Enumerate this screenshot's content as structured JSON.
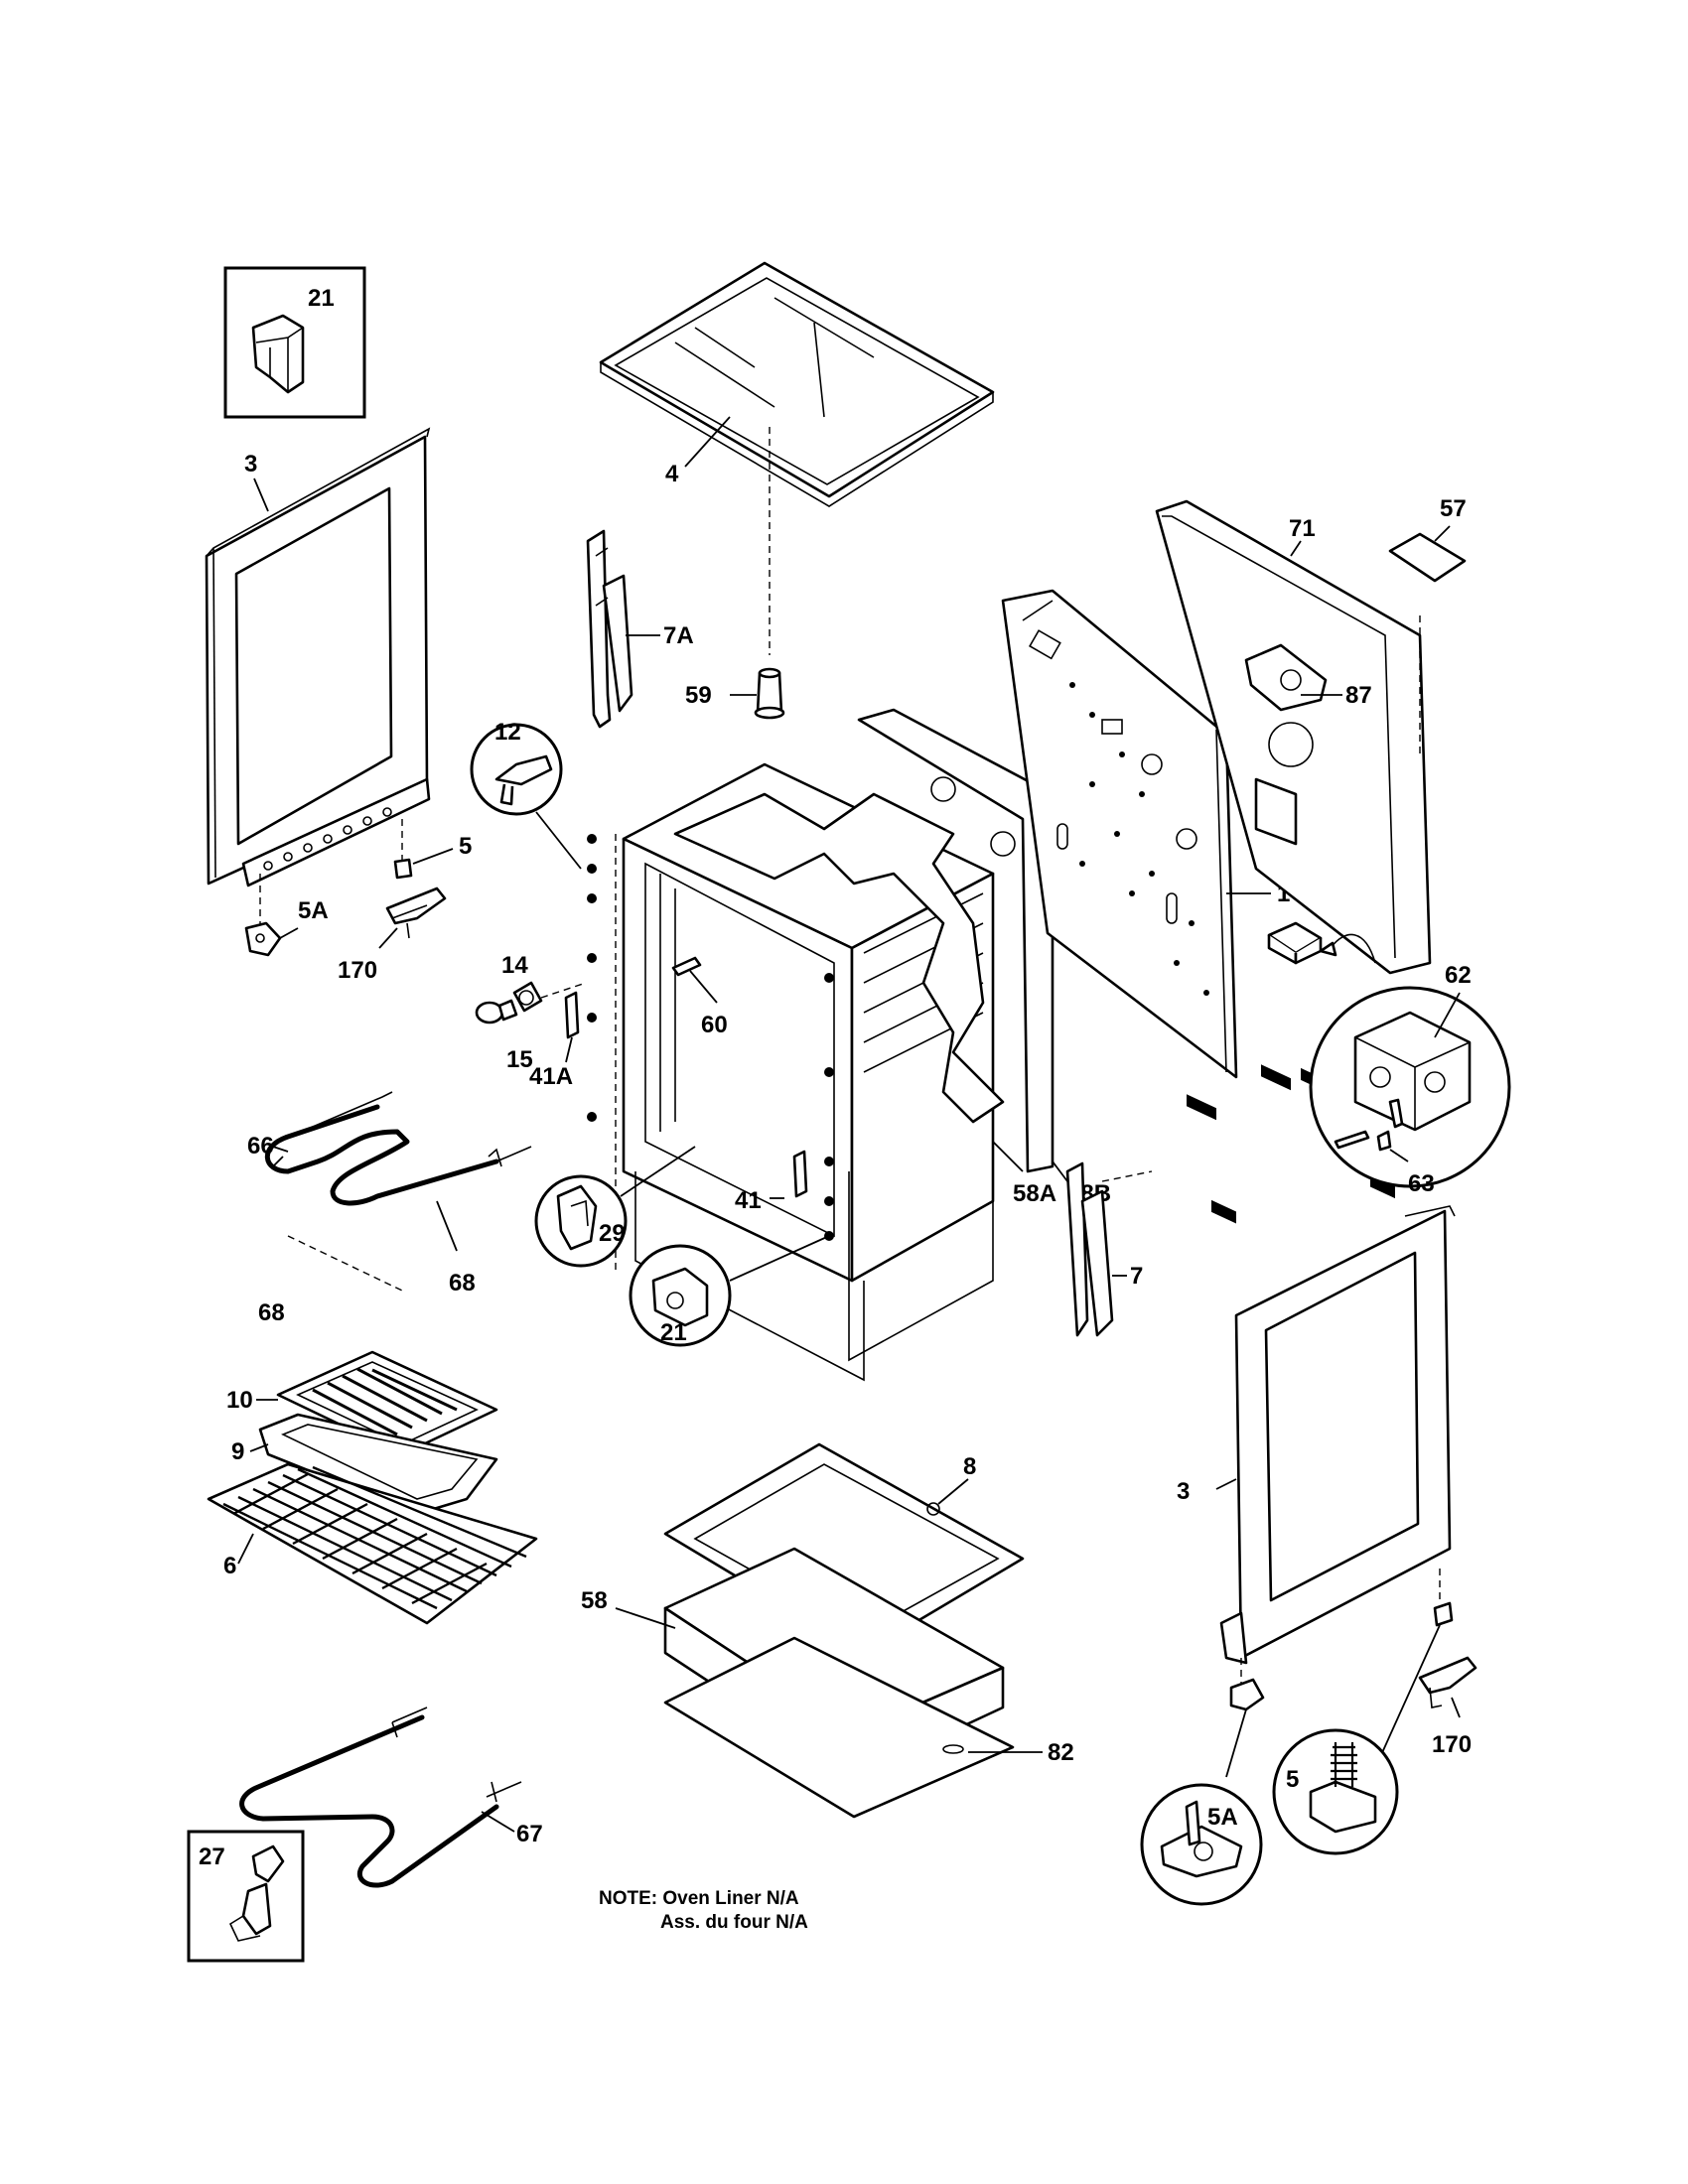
{
  "labels": {
    "l21_box": "21",
    "l3_left": "3",
    "l4": "4",
    "l7A": "7A",
    "l59": "59",
    "l12": "12",
    "l5_left": "5",
    "l5A_left": "5A",
    "l170_left": "170",
    "l14": "14",
    "l15": "15",
    "l60": "60",
    "l41A": "41A",
    "l57": "57",
    "l71": "71",
    "l87": "87",
    "l1": "1",
    "l62": "62",
    "l63": "63",
    "l58A": "58A",
    "l58B": "58B",
    "l66": "66",
    "l29": "29",
    "l41": "41",
    "l21_circle": "21",
    "l68_a": "68",
    "l68_b": "68",
    "l7": "7",
    "l3_right": "3",
    "l10": "10",
    "l9": "9",
    "l6": "6",
    "l8": "8",
    "l58": "58",
    "l82": "82",
    "l5_right": "5",
    "l5A_right": "5A",
    "l170_right": "170",
    "l27": "27",
    "l67": "67"
  },
  "note": {
    "line1": "NOTE: Oven Liner N/A",
    "line2": "Ass. du four N/A"
  }
}
